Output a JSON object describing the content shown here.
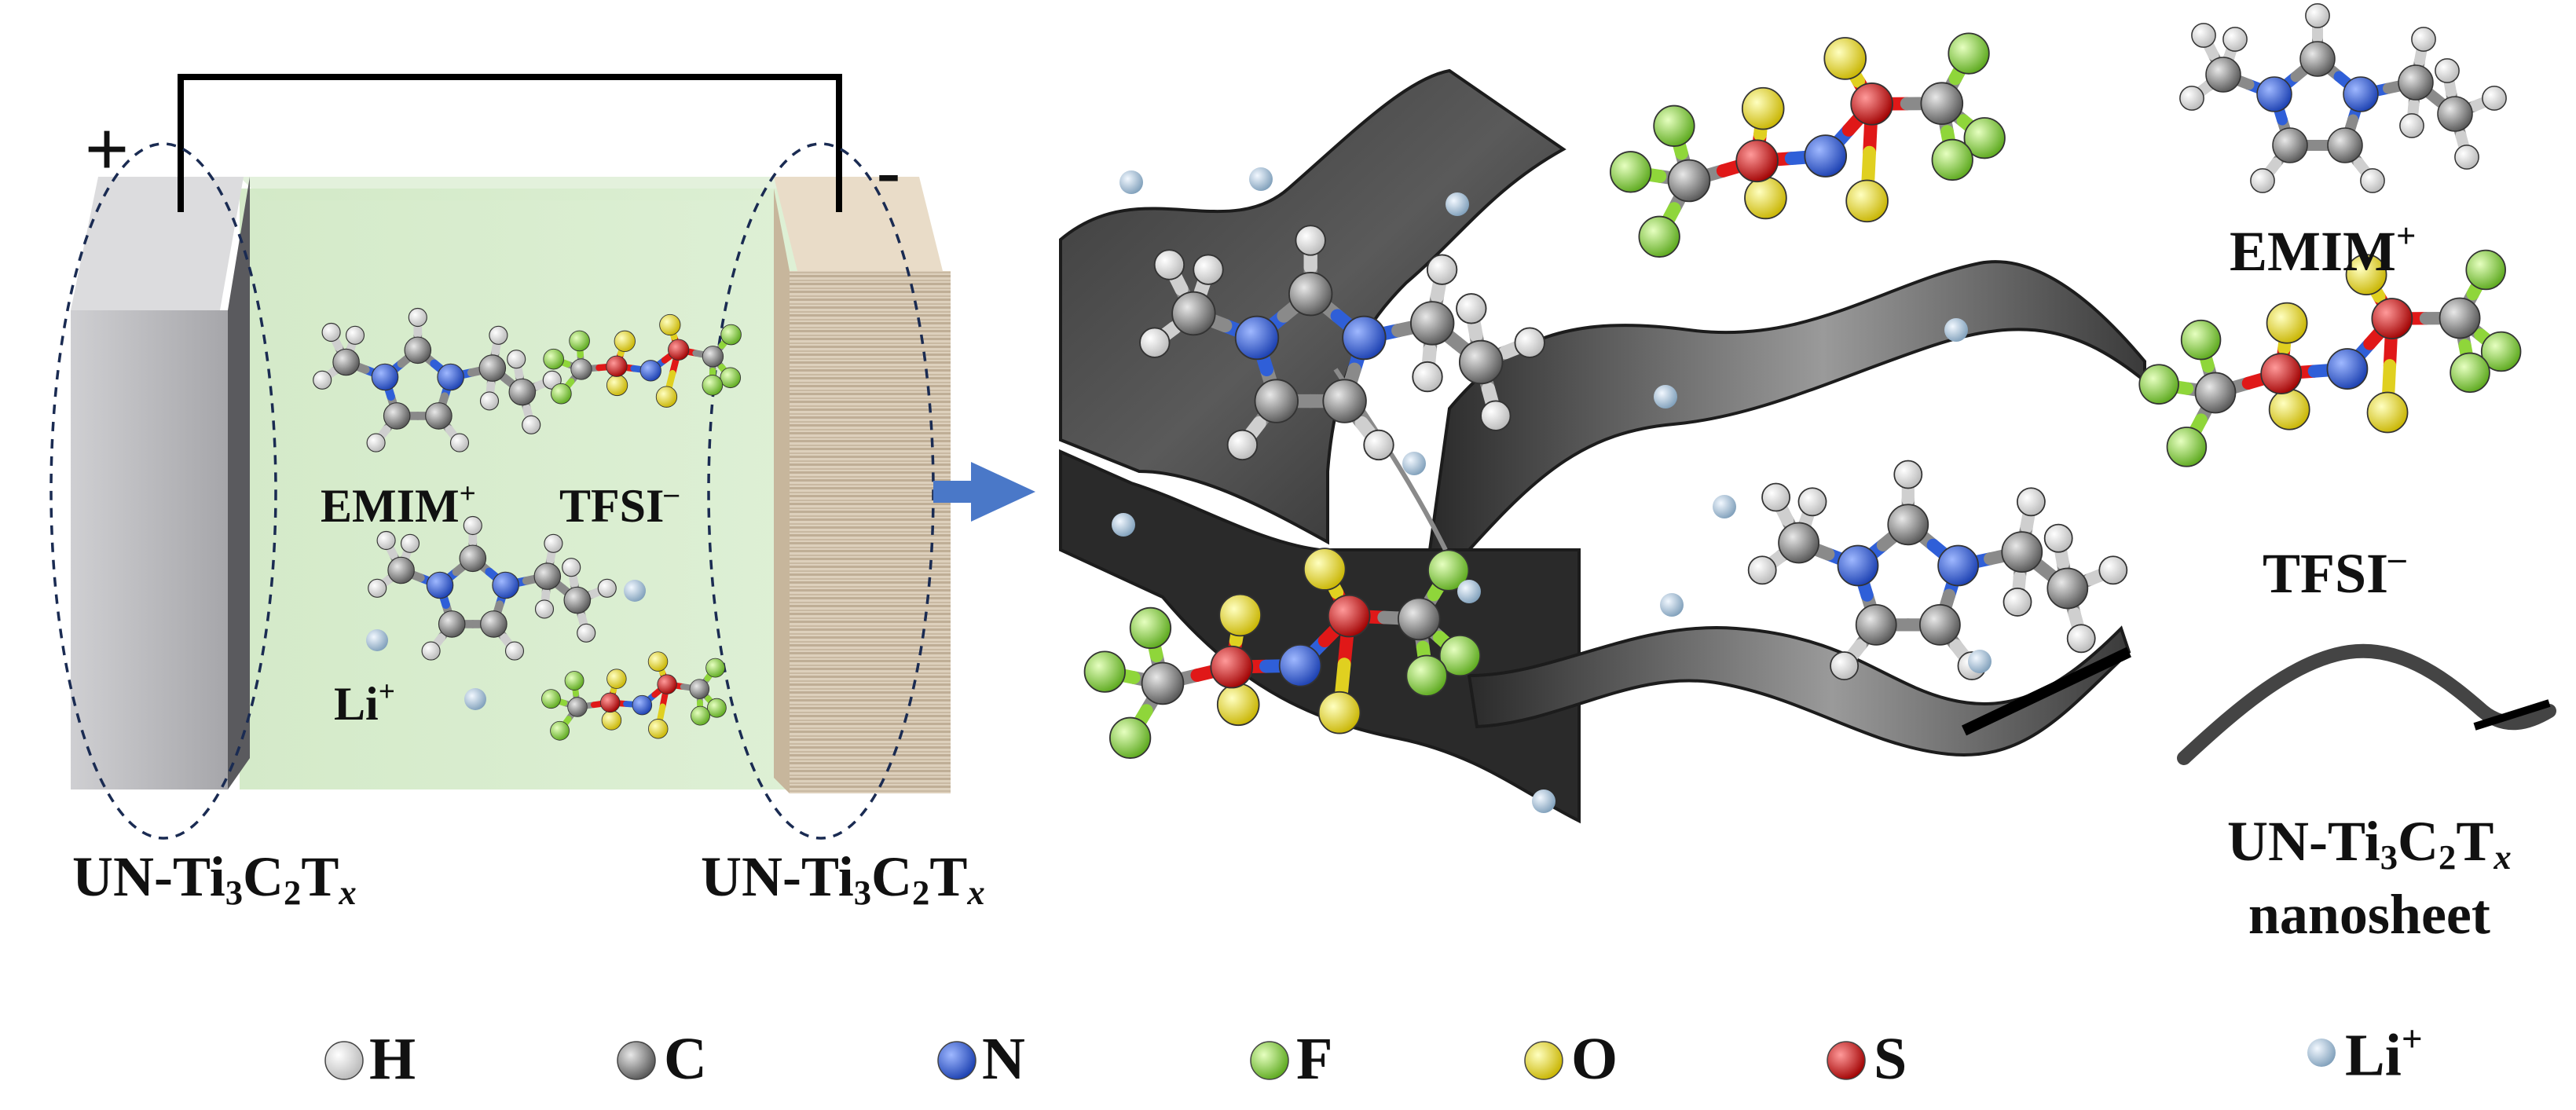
{
  "circuit": {
    "plus_sign": "+",
    "minus_sign": "-"
  },
  "electrodes": {
    "left_label": {
      "prefix": "UN-Ti",
      "s1": "3",
      "mid": "C",
      "s2": "2",
      "t": "T",
      "x": "x"
    },
    "right_label": {
      "prefix": "UN-Ti",
      "s1": "3",
      "mid": "C",
      "s2": "2",
      "t": "T",
      "x": "x"
    }
  },
  "cell_ions": {
    "emim": {
      "base": "EMIM",
      "charge": "+"
    },
    "tfsi": {
      "base": "TFSI",
      "charge": "–"
    },
    "li": {
      "base": "Li",
      "charge": "+"
    }
  },
  "right_panel": {
    "emim": {
      "base": "EMIM",
      "charge": "+"
    },
    "tfsi": {
      "base": "TFSI",
      "charge": "–"
    },
    "nanosheet": {
      "prefix": "UN-Ti",
      "s1": "3",
      "mid": "C",
      "s2": "2",
      "t": "T",
      "x": "x",
      "line2": "nanosheet"
    }
  },
  "legend": {
    "items": [
      {
        "label": "H",
        "color": "#f4f4f4"
      },
      {
        "label": "C",
        "color": "#9a9a9a"
      },
      {
        "label": "N",
        "color": "#2f5fd8"
      },
      {
        "label": "F",
        "color": "#8fd63a"
      },
      {
        "label": "O",
        "color": "#f0e020"
      },
      {
        "label": "S",
        "color": "#e01818"
      }
    ],
    "li": {
      "base": "Li",
      "charge": "+",
      "color": "#b8d0e2"
    }
  },
  "colors": {
    "electrolyte": "#cfe8c4",
    "left_electrode": "#b9b9bc",
    "right_electrode": "#d8c8b0",
    "arrow": "#4a78c8",
    "nanosheet": "#2f2f2f"
  }
}
